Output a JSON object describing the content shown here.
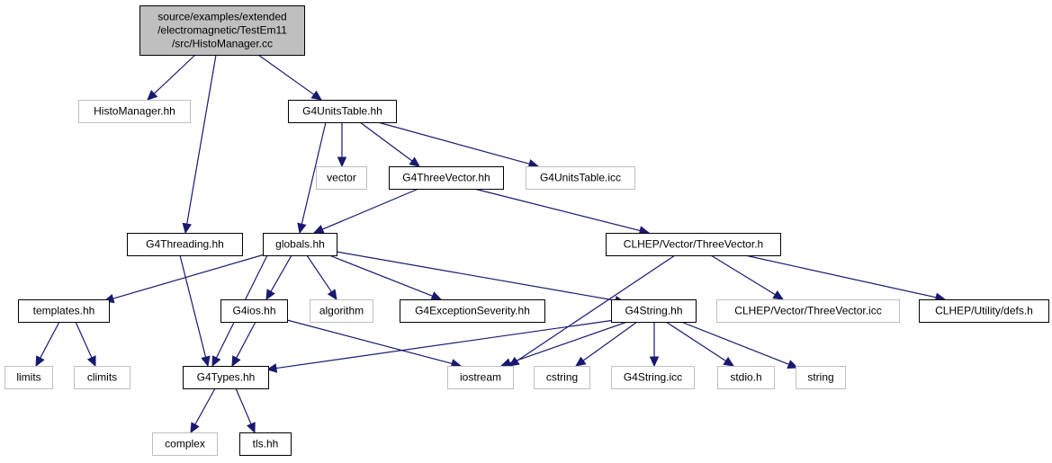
{
  "colors": {
    "edge": "#191970",
    "root_fill": "#bfbfbf",
    "root_border": "#000000",
    "documented_border": "#000000",
    "external_border": "#bfbfbf",
    "node_fill": "#ffffff",
    "external_text": "#000000"
  },
  "nodes": [
    {
      "id": "root",
      "kind": "root",
      "lines": [
        "source/examples/extended",
        "/electromagnetic/TestEm11",
        "/src/HistoManager.cc"
      ]
    },
    {
      "id": "histomanager_hh",
      "kind": "external",
      "lines": [
        "HistoManager.hh"
      ]
    },
    {
      "id": "g4unitstable_hh",
      "kind": "documented",
      "lines": [
        "G4UnitsTable.hh"
      ]
    },
    {
      "id": "vector",
      "kind": "external",
      "lines": [
        "vector"
      ]
    },
    {
      "id": "g4threevector_hh",
      "kind": "documented",
      "lines": [
        "G4ThreeVector.hh"
      ]
    },
    {
      "id": "g4unitstable_icc",
      "kind": "external",
      "lines": [
        "G4UnitsTable.icc"
      ]
    },
    {
      "id": "g4threading_hh",
      "kind": "documented",
      "lines": [
        "G4Threading.hh"
      ]
    },
    {
      "id": "globals_hh",
      "kind": "documented",
      "lines": [
        "globals.hh"
      ]
    },
    {
      "id": "clhep_threevector_h",
      "kind": "documented",
      "lines": [
        "CLHEP/Vector/ThreeVector.h"
      ]
    },
    {
      "id": "templates_hh",
      "kind": "documented",
      "lines": [
        "templates.hh"
      ]
    },
    {
      "id": "g4ios_hh",
      "kind": "documented",
      "lines": [
        "G4ios.hh"
      ]
    },
    {
      "id": "algorithm",
      "kind": "external",
      "lines": [
        "algorithm"
      ]
    },
    {
      "id": "g4exceptionseverity_hh",
      "kind": "documented",
      "lines": [
        "G4ExceptionSeverity.hh"
      ]
    },
    {
      "id": "g4string_hh",
      "kind": "documented",
      "lines": [
        "G4String.hh"
      ]
    },
    {
      "id": "clhep_threevector_icc",
      "kind": "external",
      "lines": [
        "CLHEP/Vector/ThreeVector.icc"
      ]
    },
    {
      "id": "clhep_utility_defs_h",
      "kind": "documented",
      "lines": [
        "CLHEP/Utility/defs.h"
      ]
    },
    {
      "id": "limits",
      "kind": "external",
      "lines": [
        "limits"
      ]
    },
    {
      "id": "climits",
      "kind": "external",
      "lines": [
        "climits"
      ]
    },
    {
      "id": "g4types_hh",
      "kind": "documented",
      "lines": [
        "G4Types.hh"
      ]
    },
    {
      "id": "iostream",
      "kind": "external",
      "lines": [
        "iostream"
      ]
    },
    {
      "id": "cstring",
      "kind": "external",
      "lines": [
        "cstring"
      ]
    },
    {
      "id": "g4string_icc",
      "kind": "external",
      "lines": [
        "G4String.icc"
      ]
    },
    {
      "id": "stdio_h",
      "kind": "external",
      "lines": [
        "stdio.h"
      ]
    },
    {
      "id": "string",
      "kind": "external",
      "lines": [
        "string"
      ]
    },
    {
      "id": "complex",
      "kind": "external",
      "lines": [
        "complex"
      ]
    },
    {
      "id": "tls_hh",
      "kind": "documented",
      "lines": [
        "tls.hh"
      ]
    }
  ],
  "edges": [
    {
      "from": "root",
      "to": "histomanager_hh"
    },
    {
      "from": "root",
      "to": "g4threading_hh"
    },
    {
      "from": "root",
      "to": "g4unitstable_hh"
    },
    {
      "from": "g4unitstable_hh",
      "to": "globals_hh"
    },
    {
      "from": "g4unitstable_hh",
      "to": "vector"
    },
    {
      "from": "g4unitstable_hh",
      "to": "g4threevector_hh"
    },
    {
      "from": "g4unitstable_hh",
      "to": "g4unitstable_icc"
    },
    {
      "from": "g4threevector_hh",
      "to": "globals_hh"
    },
    {
      "from": "g4threevector_hh",
      "to": "clhep_threevector_h"
    },
    {
      "from": "g4threading_hh",
      "to": "g4types_hh"
    },
    {
      "from": "globals_hh",
      "to": "templates_hh"
    },
    {
      "from": "globals_hh",
      "to": "g4types_hh"
    },
    {
      "from": "globals_hh",
      "to": "g4ios_hh"
    },
    {
      "from": "globals_hh",
      "to": "algorithm"
    },
    {
      "from": "globals_hh",
      "to": "g4exceptionseverity_hh"
    },
    {
      "from": "globals_hh",
      "to": "g4string_hh"
    },
    {
      "from": "clhep_threevector_h",
      "to": "iostream"
    },
    {
      "from": "clhep_threevector_h",
      "to": "clhep_threevector_icc"
    },
    {
      "from": "clhep_threevector_h",
      "to": "clhep_utility_defs_h"
    },
    {
      "from": "templates_hh",
      "to": "limits"
    },
    {
      "from": "templates_hh",
      "to": "climits"
    },
    {
      "from": "g4ios_hh",
      "to": "g4types_hh"
    },
    {
      "from": "g4ios_hh",
      "to": "iostream"
    },
    {
      "from": "g4string_hh",
      "to": "g4types_hh"
    },
    {
      "from": "g4string_hh",
      "to": "iostream"
    },
    {
      "from": "g4string_hh",
      "to": "cstring"
    },
    {
      "from": "g4string_hh",
      "to": "g4string_icc"
    },
    {
      "from": "g4string_hh",
      "to": "stdio_h"
    },
    {
      "from": "g4string_hh",
      "to": "string"
    },
    {
      "from": "g4types_hh",
      "to": "complex"
    },
    {
      "from": "g4types_hh",
      "to": "tls_hh"
    }
  ]
}
